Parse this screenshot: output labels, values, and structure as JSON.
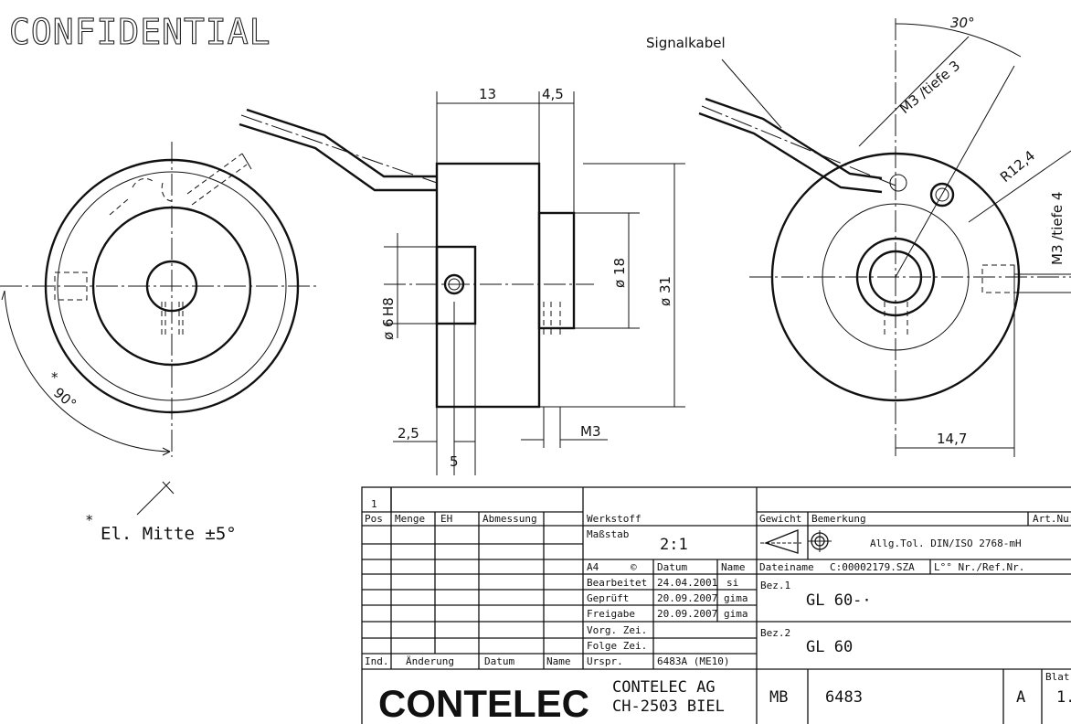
{
  "header": {
    "confidential": "CONFIDENTIAL"
  },
  "labels": {
    "signal_cable": "Signalkabel",
    "el_mitte_star": "*",
    "el_mitte": "El. Mitte  ±5°",
    "angle_90": "90°",
    "angle_90_star": "*"
  },
  "dimensions": {
    "d13": "13",
    "d4_5": "4,5",
    "d_phi18": "ø 18",
    "d_phi31": "ø 31",
    "d_phi6": "ø 6",
    "d_phi6_tol": "H8",
    "d2_5": "2,5",
    "d5": "5",
    "m3": "M3",
    "angle30": "30°",
    "m3_tiefe3": "M3 /tiefe 3",
    "r12_4": "R12,4",
    "m3_tiefe4": "M3 /tiefe 4",
    "d14_7": "14,7"
  },
  "title_block": {
    "sheet_count": "1",
    "col_pos": "Pos",
    "col_menge": "Menge",
    "col_eh": "EH",
    "col_abmessung": "Abmessung",
    "col_werkstoff": "Werkstoff",
    "massstab_label": "Maßstab",
    "massstab_value": "2:1",
    "format": "A4",
    "copyright": "©",
    "datum_label": "Datum",
    "name_label": "Name",
    "bearbeitet": "Bearbeitet",
    "bearbeitet_date": "24.04.2001",
    "bearbeitet_name": "si",
    "geprueft": "Geprüft",
    "geprueft_date": "20.09.2007",
    "geprueft_name": "gima",
    "freigabe": "Freigabe",
    "freigabe_date": "20.09.2007",
    "freigabe_name": "gima",
    "vorg_zei": "Vorg. Zei.",
    "folge_zei": "Folge Zei.",
    "urspr": "Urspr.",
    "urspr_value": "6483A (ME10)",
    "col_ind": "Ind.",
    "col_aenderung": "Änderung",
    "col_datum": "Datum",
    "col_name": "Name",
    "gewicht": "Gewicht",
    "bemerkung": "Bemerkung",
    "art_nr": "Art.Nu",
    "tolerance": "Allg.Tol. DIN/ISO 2768-mH",
    "dateiname_label": "Dateiname",
    "dateiname_value": "C:00002179.SZA",
    "ref_nr": "L°° Nr./Ref.Nr.",
    "bez1_label": "Bez.1",
    "bez1_value": "GL 60-·",
    "bez2_label": "Bez.2",
    "bez2_value": "GL 60",
    "logo": "CONTELEC",
    "company_name": "CONTELEC AG",
    "company_address": "CH-2503 BIEL",
    "mb": "MB",
    "drawing_number": "6483",
    "revision": "A",
    "blatt_label": "Blat",
    "blatt_value": "1."
  }
}
